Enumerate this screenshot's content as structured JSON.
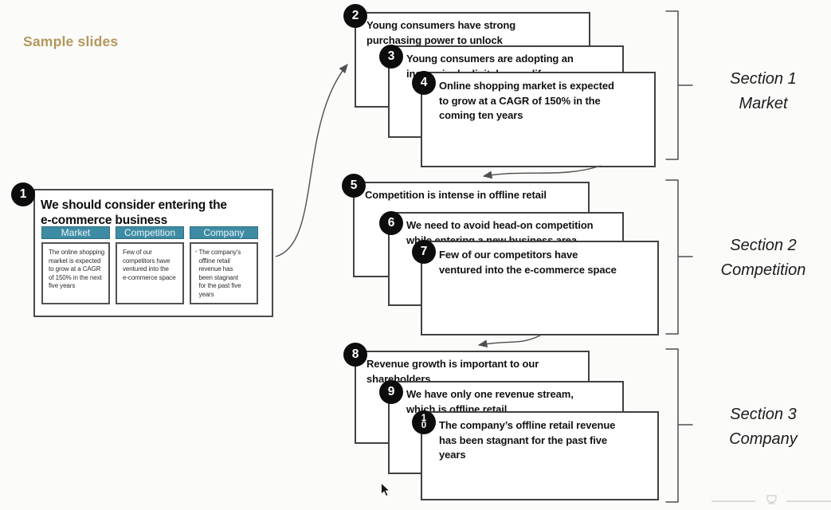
{
  "page": {
    "sample_label": "Sample slides"
  },
  "main_slide": {
    "number": "1",
    "title": "We should consider entering the\ne-commerce business",
    "columns": [
      {
        "header": "Market",
        "marker": "",
        "body": "The online shopping\nmarket is expected\nto grow at a CAGR\nof 150% in the next\nfive years"
      },
      {
        "header": "Competition",
        "marker": "",
        "body": "Few of our\ncompetitors have\nventured into the\ne-commerce space"
      },
      {
        "header": "Company",
        "marker": "•",
        "body": "The company's\noffline retail\nrevenue has\nbeen stagnant\nfor the past five\nyears"
      }
    ]
  },
  "groups": [
    {
      "section_label": "Section 1\nMarket",
      "slides": [
        {
          "number": "2",
          "text": "Young consumers have strong\npurchasing power to unlock"
        },
        {
          "number": "3",
          "text": "Young consumers are adopting an\nincreasingly digital way a life"
        },
        {
          "number": "4",
          "text": "Online shopping market is expected\nto grow at a CAGR of 150% in the\ncoming ten years"
        }
      ]
    },
    {
      "section_label": "Section 2\nCompetition",
      "slides": [
        {
          "number": "5",
          "text": "Competition is intense in offline retail"
        },
        {
          "number": "6",
          "text": "We need to avoid head-on competition\nwhile entering a new business area"
        },
        {
          "number": "7",
          "text": "Few of our competitors have\nventured into the e-commerce space"
        }
      ]
    },
    {
      "section_label": "Section 3\nCompany",
      "slides": [
        {
          "number": "8",
          "text": "Revenue growth is important to our\nshareholders"
        },
        {
          "number": "9",
          "text": "We have only one revenue stream,\nwhich is offline retail"
        },
        {
          "number": "10",
          "text": "The company’s offline retail revenue\nhas been stagnant for the past five\nyears"
        }
      ]
    }
  ],
  "colors": {
    "accent_teal": "#3D8CA4",
    "gold_heading": "#B3985C"
  }
}
